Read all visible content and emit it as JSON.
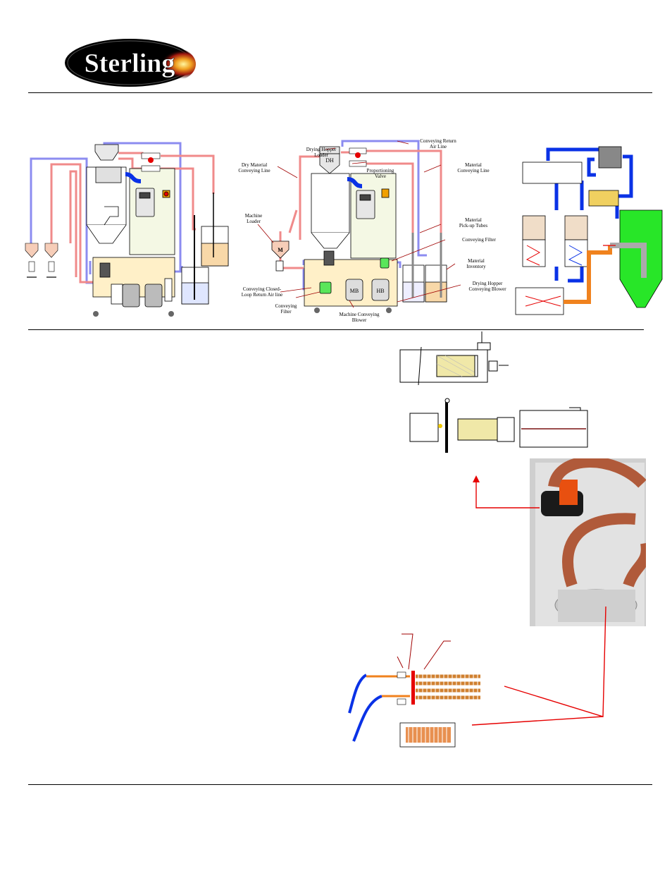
{
  "header": {
    "logo_text": "Sterling"
  },
  "colors": {
    "supply_air": "#f08a8a",
    "return_air": "#8c8cf0",
    "hose": "#0a32e6",
    "heater_orange": "#f0821e",
    "hopper_green": "#28e628",
    "cabinet_fill": "#fff0c8",
    "accent_red": "#e60000"
  },
  "diagram2": {
    "labels": {
      "conveying_return_air_line": "Conveying Return\nAir Line",
      "drying_hopper_loader": "Drying Hopper\nLoader",
      "dry_material_conveying_line": "Dry Material\nConveying Line",
      "proportioning_valve": "Proportioning\nValve",
      "material_conveying_line": "Material\nConveying Line",
      "material_pickup_tubes": "Material\nPick-up Tubes",
      "machine_loader": "Machine\nLoader",
      "conveying_filter_right": "Conveying Filter",
      "material_inventory": "Material\nInventory",
      "conveying_closed_loop_return_air_line": "Conveying Closed-\nLoop Return Air line",
      "drying_hopper_conveying_blower": "Drying Hopper\nConveying Blower",
      "conveying_filter_left": "Conveying\nFilter",
      "machine_conveying_blower": "Machine Conveying\nBlower"
    },
    "component_marks": {
      "dh": "DH",
      "m": "M",
      "mb": "MB",
      "hb": "HB"
    }
  }
}
